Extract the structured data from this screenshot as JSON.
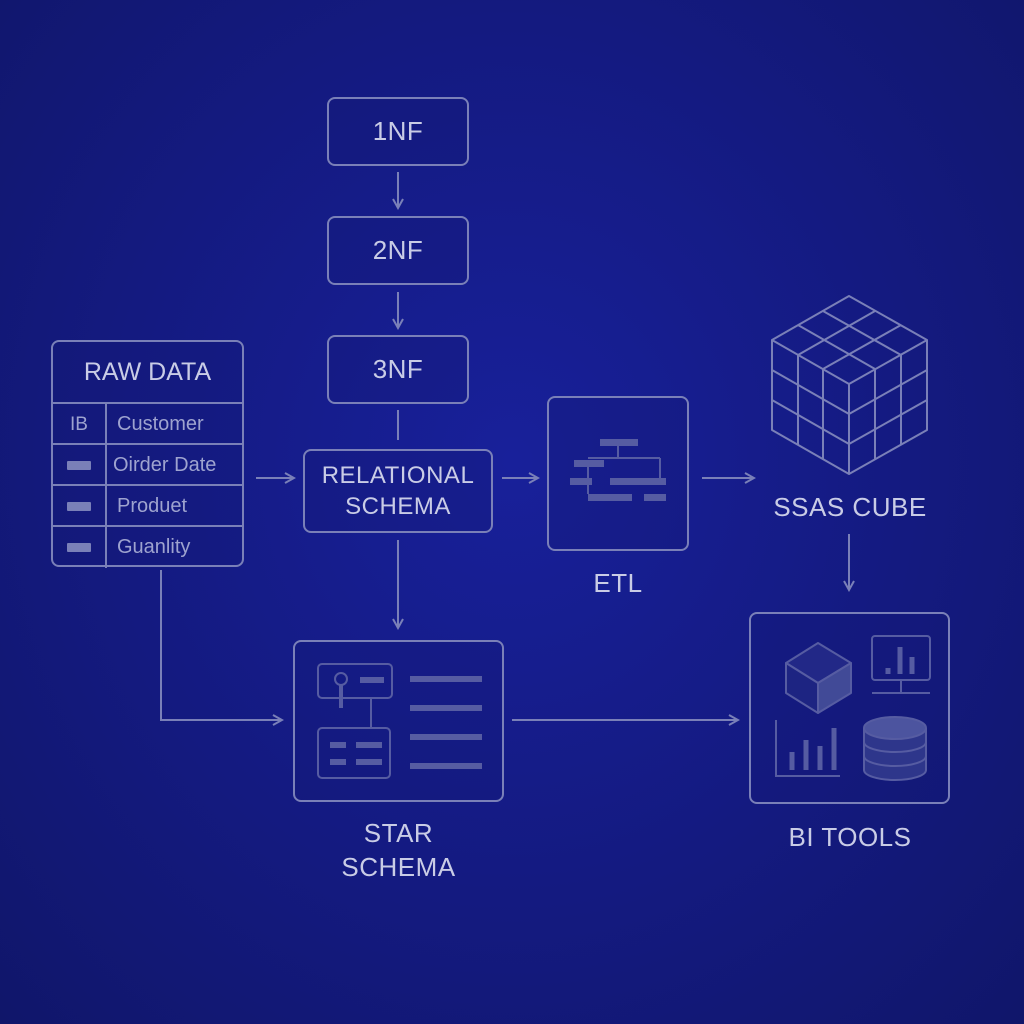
{
  "normal_forms": [
    "1NF",
    "2NF",
    "3NF"
  ],
  "raw_data": {
    "title": "RAW DATA",
    "rows": [
      {
        "key": "IB",
        "field": "Customer"
      },
      {
        "key": "",
        "field": "Oirder Date"
      },
      {
        "key": "",
        "field": "Produet"
      },
      {
        "key": "",
        "field": "Guanlity"
      }
    ]
  },
  "relational_schema": {
    "line1": "RELATIONAL",
    "line2": "SCHEMA"
  },
  "etl": {
    "label": "ETL"
  },
  "ssas_cube": {
    "label": "SSAS CUBE"
  },
  "star_schema": {
    "line1": "STAR",
    "line2": "SCHEMA"
  },
  "bi_tools": {
    "label": "BI TOOLS"
  },
  "colors": {
    "background": "#141a78",
    "stroke": "#7a80b8",
    "text": "#c9cce6"
  }
}
